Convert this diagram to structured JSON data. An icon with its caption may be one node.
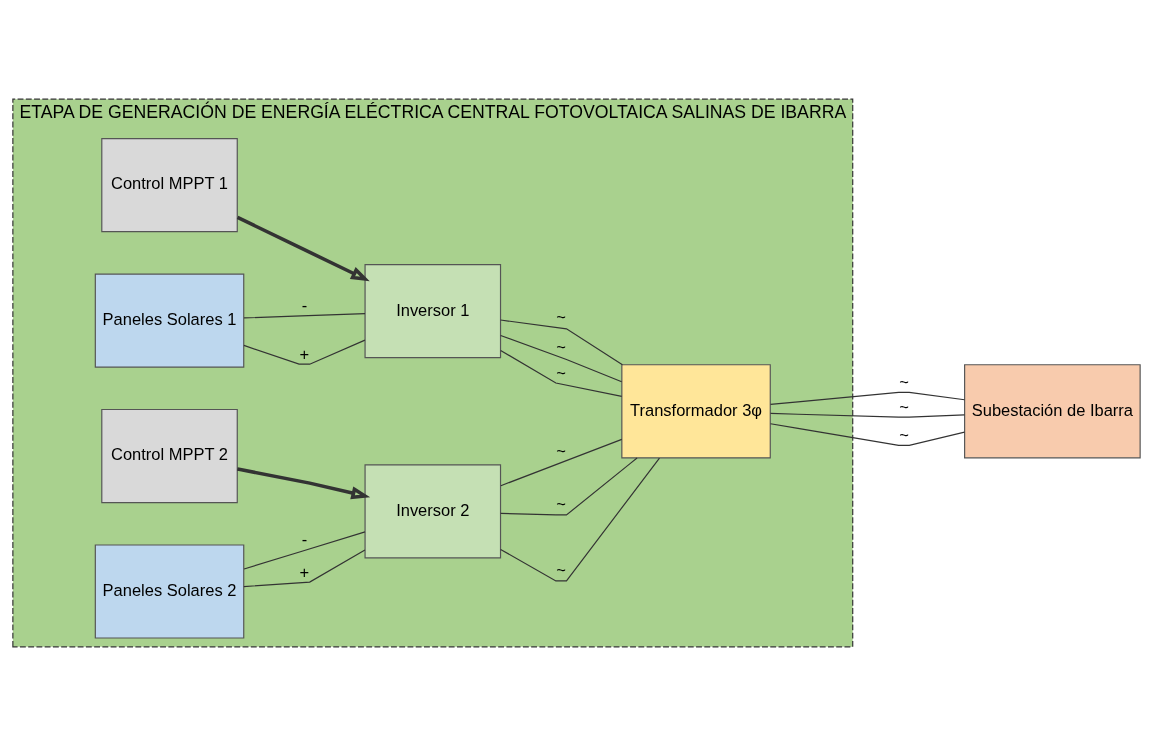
{
  "diagram": {
    "nodes": [
      {
        "text": [
          "ETAPA DE GENERACIÓN DE ENERGÍA ELÉCTRICA CENTRAL FOTOVOLTAICA SALINAS DE IBARRA"
        ]
      },
      {
        "text": [
          "Control MPPT 1"
        ],
        "in": 0
      },
      {
        "text": [
          "Paneles Solares 1"
        ],
        "in": 0
      },
      {
        "text": [
          "Inversor 1"
        ],
        "in": 0
      },
      {
        "text": [
          "Control MPPT 2"
        ],
        "in": 0
      },
      {
        "text": [
          "Paneles Solares 2"
        ],
        "in": 0
      },
      {
        "text": [
          "Inversor 2"
        ],
        "in": 0
      },
      {
        "text": [
          "Transformador 3φ"
        ],
        "in": 0
      },
      {
        "text": [
          "Subestación de Ibarra"
        ]
      }
    ],
    "edges": [
      {
        "from": 1,
        "to": 3,
        "arrow": "to",
        "style": "thick"
      },
      {
        "from": 2,
        "to": 3,
        "arrow": "none",
        "label": "+"
      },
      {
        "from": 2,
        "to": 3,
        "arrow": "none",
        "label": "-"
      },
      {
        "from": 3,
        "to": 7,
        "arrow": "none",
        "label": "~"
      },
      {
        "from": 3,
        "to": 7,
        "arrow": "none",
        "label": "~"
      },
      {
        "from": 3,
        "to": 7,
        "arrow": "none",
        "label": "~"
      },
      {
        "from": 4,
        "to": 6,
        "arrow": "to",
        "style": "thick"
      },
      {
        "from": 5,
        "to": 6,
        "arrow": "none",
        "label": "+"
      },
      {
        "from": 5,
        "to": 6,
        "arrow": "none",
        "label": "-"
      },
      {
        "from": 6,
        "to": 7,
        "arrow": "none",
        "label": "~"
      },
      {
        "from": 6,
        "to": 7,
        "arrow": "none",
        "label": "~"
      },
      {
        "from": 6,
        "to": 7,
        "arrow": "none",
        "label": "~"
      },
      {
        "from": 7,
        "to": 8,
        "arrow": "none",
        "label": "~"
      },
      {
        "from": 7,
        "to": 8,
        "arrow": "none",
        "label": "~"
      },
      {
        "from": 7,
        "to": 8,
        "arrow": "none",
        "label": "~"
      }
    ]
  }
}
